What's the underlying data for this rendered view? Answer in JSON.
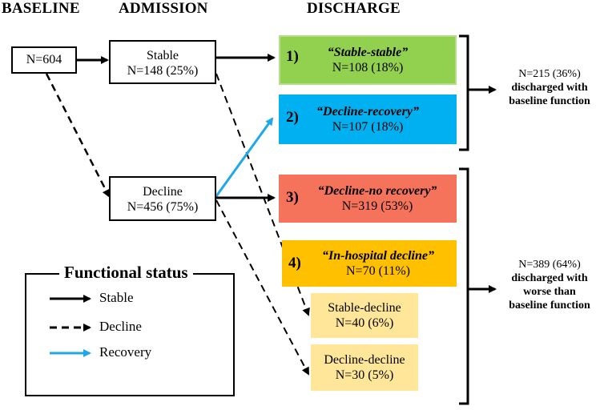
{
  "headers": {
    "baseline": "BASELINE",
    "admission": "ADMISSION",
    "discharge": "DISCHARGE"
  },
  "baseline_box": {
    "text": "N=604"
  },
  "admission": {
    "stable": {
      "label": "Stable",
      "count": "N=148 (25%)"
    },
    "decline": {
      "label": "Decline",
      "count": "N=456 (75%)"
    }
  },
  "discharge": [
    {
      "num": "1)",
      "title": "“Stable-stable”",
      "count": "N=108 (18%)",
      "color": "#92D050"
    },
    {
      "num": "2)",
      "title": "“Decline-recovery”",
      "count": "N=107 (18%)",
      "color": "#00B0F0"
    },
    {
      "num": "3)",
      "title": "“Decline-no recovery”",
      "count": "N=319 (53%)",
      "color": "#F4735A"
    },
    {
      "num": "4)",
      "title": "“In-hospital decline”",
      "count": "N=70 (11%)",
      "color": "#FFC000"
    },
    {
      "title": "Stable-decline",
      "count": "N=40 (6%)",
      "color": "#FFE699"
    },
    {
      "title": "Decline-decline",
      "count": "N=30 (5%)",
      "color": "#FFE699"
    }
  ],
  "summaries": {
    "top": {
      "count": "N=215 (36%)",
      "line1": "discharged with",
      "line2": "baseline function"
    },
    "bottom": {
      "count": "N=389 (64%)",
      "line1": "discharged with",
      "line2": "worse than",
      "line3": "baseline function"
    }
  },
  "legend": {
    "title": "Functional status",
    "items": [
      {
        "label": "Stable",
        "style": "solid",
        "color": "#000000"
      },
      {
        "label": "Decline",
        "style": "dashed",
        "color": "#000000"
      },
      {
        "label": "Recovery",
        "style": "solid",
        "color": "#1FA8E8"
      }
    ]
  }
}
